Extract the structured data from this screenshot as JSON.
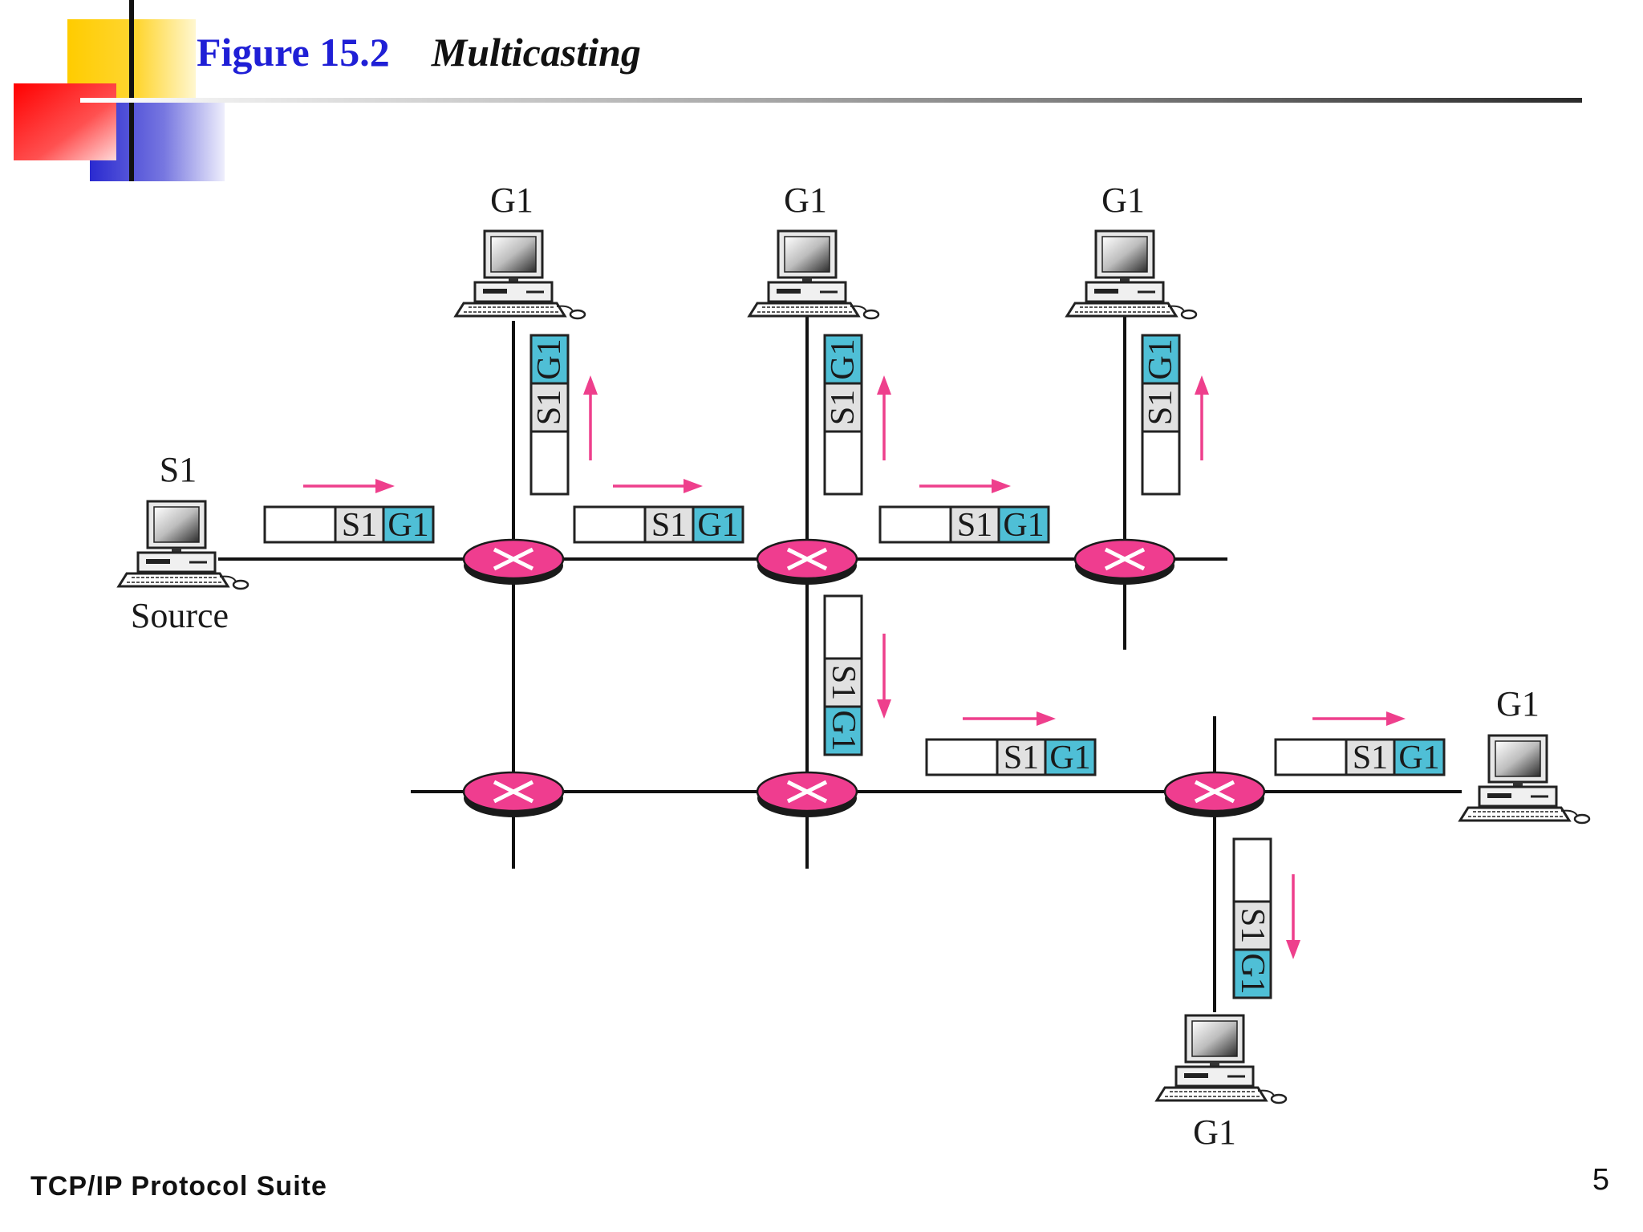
{
  "slide": {
    "figure_number": "Figure 15.2",
    "figure_title": "Multicasting",
    "footer_left": "TCP/IP Protocol Suite",
    "page_number": "5"
  },
  "diagram": {
    "source_host": {
      "name": "S1",
      "caption": "Source"
    },
    "group_label": "G1",
    "packet": {
      "source": "S1",
      "group": "G1"
    }
  },
  "colors": {
    "title_blue": "#1f1fd6",
    "router_pink": "#ef3d8f",
    "arrow_pink": "#ee3f8c",
    "group_field": "#4fbfd6",
    "source_field": "#e1e1e1",
    "deco_yellow": "#ffcc00",
    "deco_red": "#ff2020",
    "deco_blue": "#3333cc"
  }
}
